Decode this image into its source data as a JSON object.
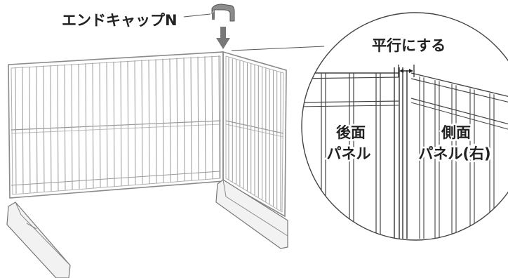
{
  "labels": {
    "end_cap": "エンドキャップN",
    "parallel": "平行にする",
    "back_panel_line1": "後面",
    "back_panel_line2": "パネル",
    "side_panel_line1": "側面",
    "side_panel_line2": "パネル(右)"
  },
  "colors": {
    "line": "#555555",
    "fence": "#8a8a8a",
    "cap": "#8c8c8c",
    "arrow": "#666666",
    "base": "#f2f2f2"
  }
}
